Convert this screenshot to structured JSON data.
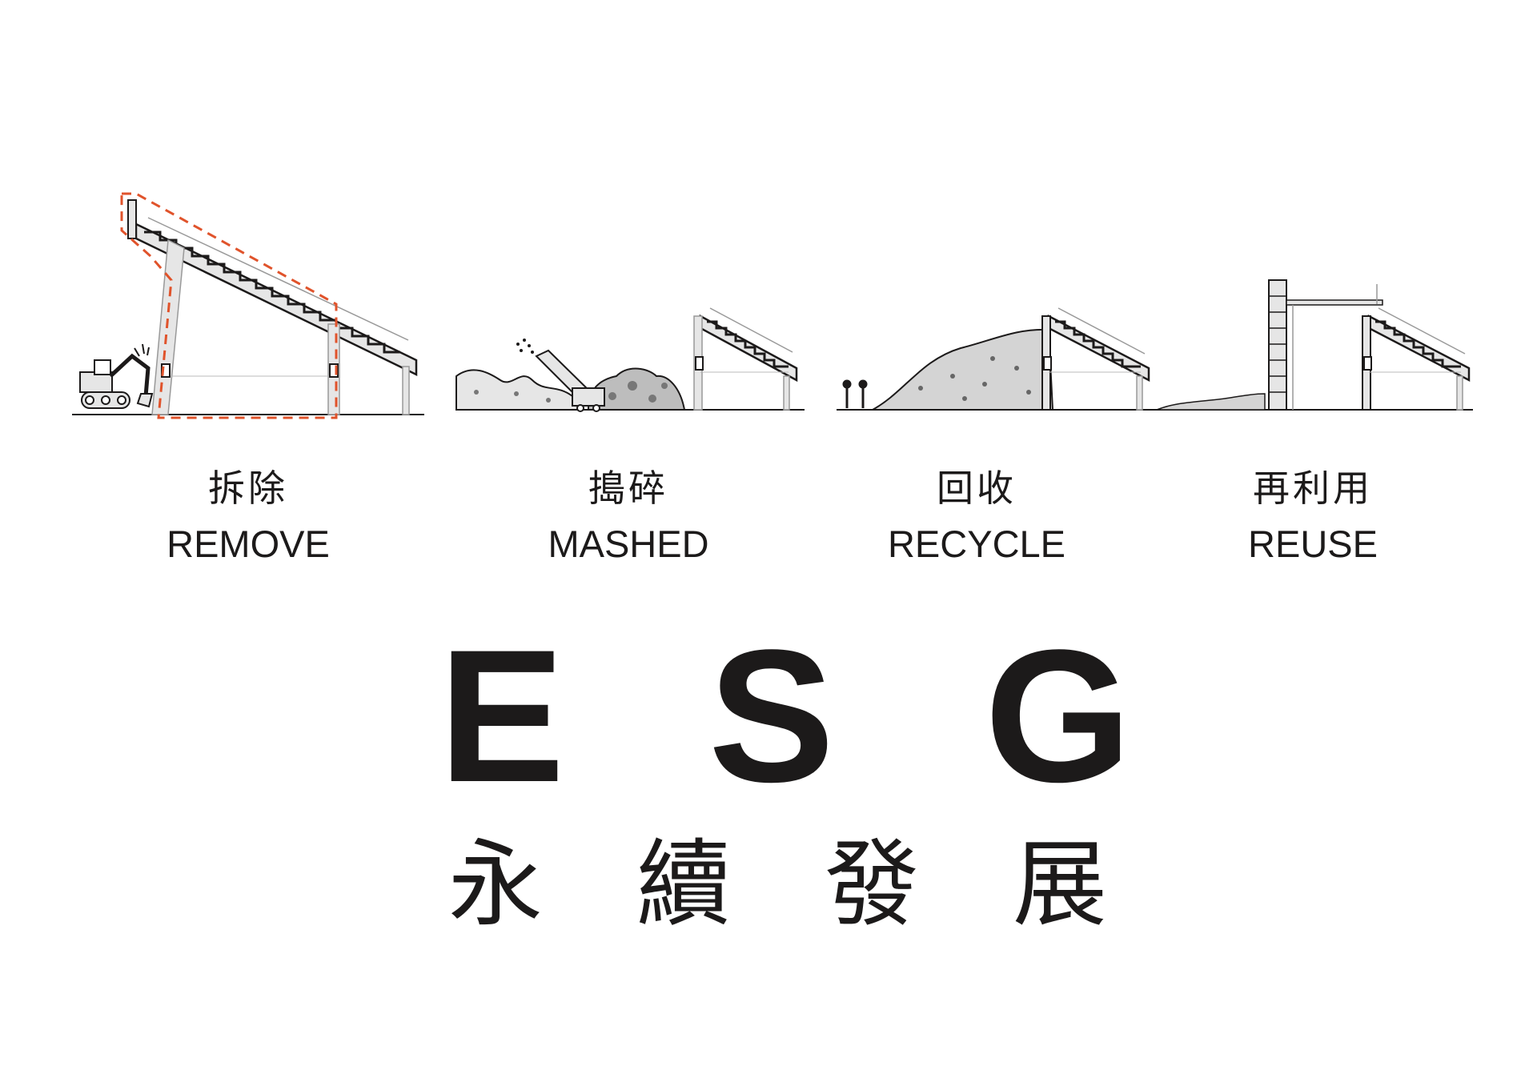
{
  "colors": {
    "ink": "#1c1a1a",
    "structure_fill": "#e6e6e6",
    "rubble_fill": "#cfcfcf",
    "highlight_dash": "#e0532b"
  },
  "steps": [
    {
      "zh": "拆除",
      "en": "REMOVE",
      "icon": "excavator-demolition-icon"
    },
    {
      "zh": "搗碎",
      "en": "MASHED",
      "icon": "crusher-rubble-icon"
    },
    {
      "zh": "回收",
      "en": "RECYCLE",
      "icon": "recycle-pile-icon"
    },
    {
      "zh": "再利用",
      "en": "REUSE",
      "icon": "reuse-structure-icon"
    }
  ],
  "esg": {
    "letters": [
      "E",
      "S",
      "G"
    ],
    "subtitle_chars": [
      "永",
      "續",
      "發",
      "展"
    ]
  }
}
